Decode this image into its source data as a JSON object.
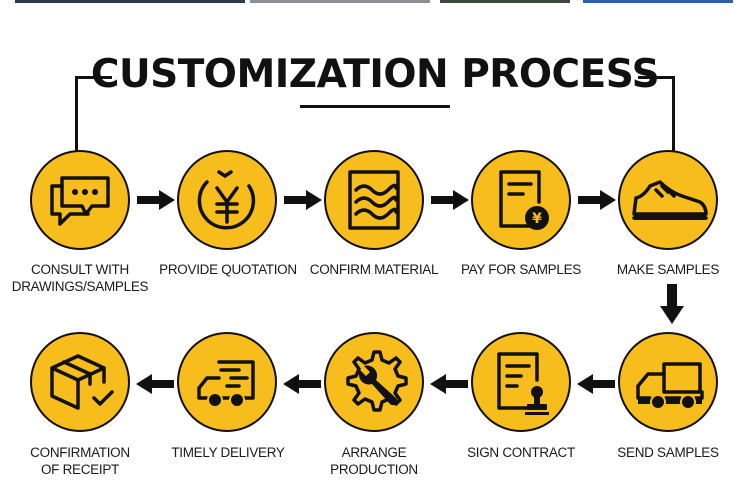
{
  "title": "CUSTOMIZATION PROCESS",
  "colors": {
    "accent": "#f6bd1c",
    "ink": "#111111",
    "arrow": "#111111"
  },
  "steps": [
    {
      "label_1": "CONSULT WITH",
      "label_2": "DRAWINGS/SAMPLES",
      "icon": "chat-bubbles-icon"
    },
    {
      "label_1": "PROVIDE QUOTATION",
      "label_2": "",
      "icon": "yen-coin-icon"
    },
    {
      "label_1": "CONFIRM MATERIAL",
      "label_2": "",
      "icon": "fabric-material-icon"
    },
    {
      "label_1": "PAY FOR SAMPLES",
      "label_2": "",
      "icon": "invoice-payment-icon"
    },
    {
      "label_1": "MAKE SAMPLES",
      "label_2": "",
      "icon": "sneaker-icon"
    },
    {
      "label_1": "SEND SAMPLES",
      "label_2": "",
      "icon": "truck-icon"
    },
    {
      "label_1": "SIGN CONTRACT",
      "label_2": "",
      "icon": "contract-stamp-icon"
    },
    {
      "label_1": "ARRANGE",
      "label_2": "PRODUCTION",
      "icon": "gear-wrench-icon"
    },
    {
      "label_1": "TIMELY DELIVERY",
      "label_2": "",
      "icon": "fast-truck-icon"
    },
    {
      "label_1": "CONFIRMATION",
      "label_2": "OF RECEIPT",
      "icon": "box-check-icon"
    }
  ]
}
